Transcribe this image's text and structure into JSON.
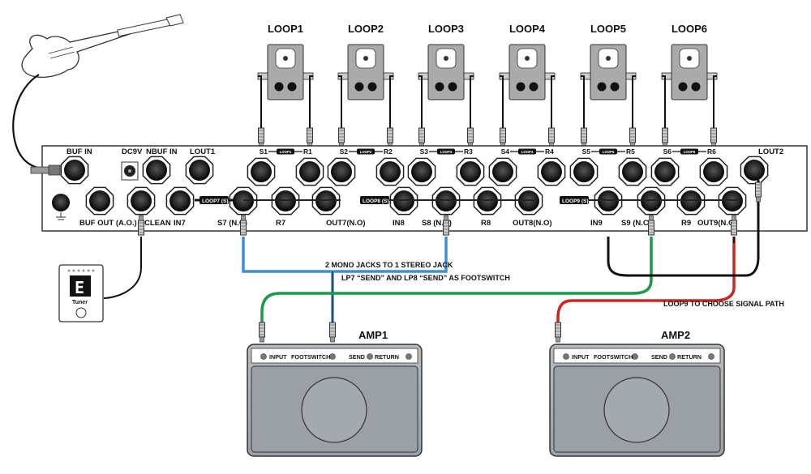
{
  "loops": [
    "LOOP1",
    "LOOP2",
    "LOOP3",
    "LOOP4",
    "LOOP5",
    "LOOP6"
  ],
  "panel": {
    "top_jacks": [
      {
        "s": "S1",
        "r": "R1",
        "mini": "LOOP1"
      },
      {
        "s": "S2",
        "r": "R2",
        "mini": "LOOP2"
      },
      {
        "s": "S3",
        "r": "R3",
        "mini": "LOOP3"
      },
      {
        "s": "S4",
        "r": "R4",
        "mini": "LOOP4"
      },
      {
        "s": "S5",
        "r": "R5",
        "mini": "LOOP5"
      },
      {
        "s": "S6",
        "r": "R6",
        "mini": "LOOP6"
      }
    ],
    "labels": {
      "buf_in": "BUF IN",
      "dc9v": "DC9V",
      "nbuf_in": "NBUF IN",
      "lout1": "LOUT1",
      "lout2": "LOUT2",
      "buf_out": "BUF OUT (A.O.)",
      "clean": "CLEAN",
      "in7": "IN7",
      "s7": "S7 (N.C)",
      "r7": "R7",
      "out7": "OUT7(N.O)",
      "in8": "IN8",
      "s8": "S8 (N.C)",
      "r8": "R8",
      "out8": "OUT8(N.O)",
      "in9": "IN9",
      "s9": "S9 (N.C)",
      "r9": "R9",
      "out9": "OUT9(N.O)",
      "loop7": "LOOP7 (S)",
      "loop8": "LOOP8 (S)",
      "loop9": "LOOP9 (S)"
    }
  },
  "annotations": {
    "stereo": "2 MONO JACKS TO 1 STEREO JACK",
    "footswitch": "LP7 “SEND” AND LP8 “SEND” AS FOOTSWITCH",
    "loop9": "LOOP9 TO CHOOSE SIGNAL PATH"
  },
  "tuner": {
    "display": "E",
    "label": "Tuner"
  },
  "amps": [
    {
      "title": "AMP1",
      "input": "INPUT",
      "footswitch": "FOOTSWITCH",
      "send": "SEND",
      "return": "RETURN"
    },
    {
      "title": "AMP2",
      "input": "INPUT",
      "footswitch": "FOOTSWITCH",
      "send": "SEND",
      "return": "RETURN"
    }
  ],
  "colors": {
    "blue": "#3d8fd0",
    "green": "#1a9a4a",
    "red": "#c8281e",
    "black": "#111111",
    "panel_stroke": "#333333",
    "amp_fill": "#a9afb5"
  }
}
